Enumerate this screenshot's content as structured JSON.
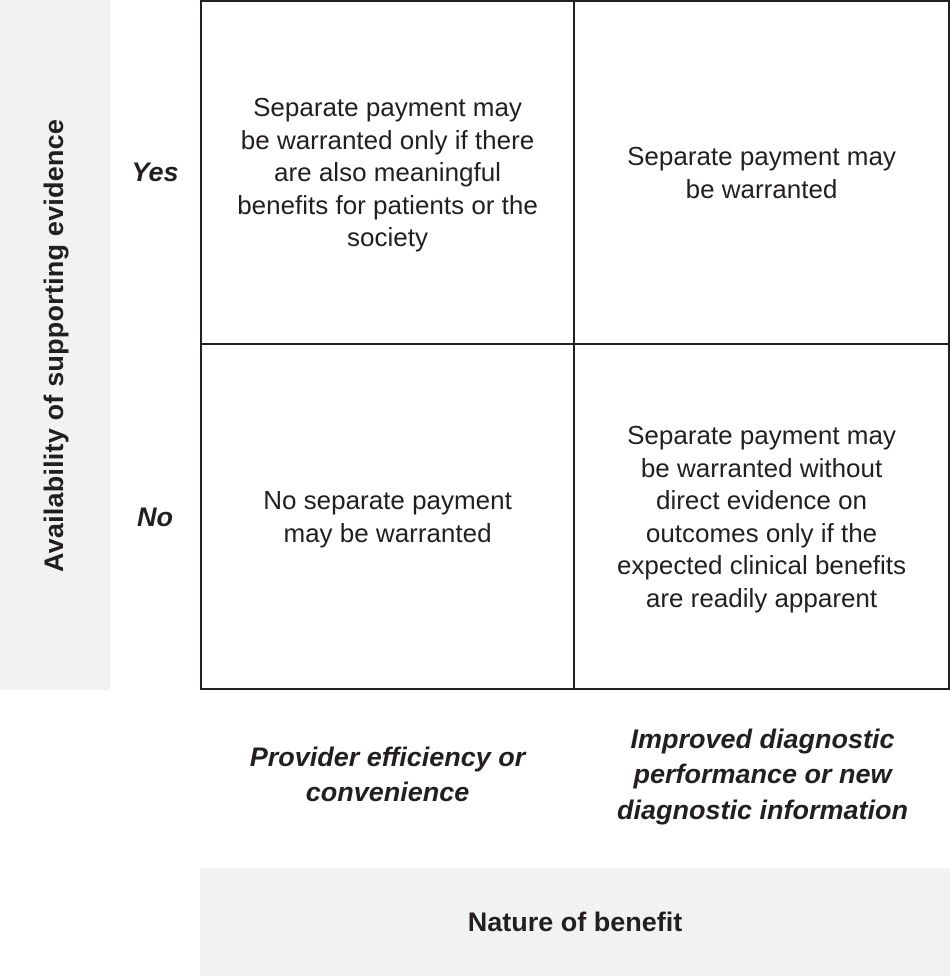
{
  "figure": {
    "type": "2x2-matrix",
    "y_axis": {
      "label": "Availability of supporting evidence",
      "row_labels": [
        "Yes",
        "No"
      ]
    },
    "x_axis": {
      "label": "Nature of benefit",
      "column_labels": [
        "Provider efficiency or\nconvenience",
        "Improved diagnostic\nperformance or new\ndiagnostic information"
      ]
    },
    "cells": [
      {
        "row": "Yes",
        "column": "Provider efficiency or convenience",
        "text": "Separate payment may\nbe warranted only if there\nare also meaningful\nbenefits for patients or the\nsociety"
      },
      {
        "row": "Yes",
        "column": "Improved diagnostic performance or new diagnostic information",
        "text": "Separate payment may\nbe warranted"
      },
      {
        "row": "No",
        "column": "Provider efficiency or convenience",
        "text": "No separate payment\nmay be warranted"
      },
      {
        "row": "No",
        "column": "Improved diagnostic performance or new diagnostic information",
        "text": "Separate payment may\nbe warranted without\ndirect evidence on\noutcomes only if the\nexpected clinical benefits\nare readily apparent"
      }
    ]
  },
  "colors": {
    "axis_band_background": "#f2f2f2",
    "border": "#231f20",
    "text": "#231f20",
    "cell_background": "#ffffff"
  }
}
